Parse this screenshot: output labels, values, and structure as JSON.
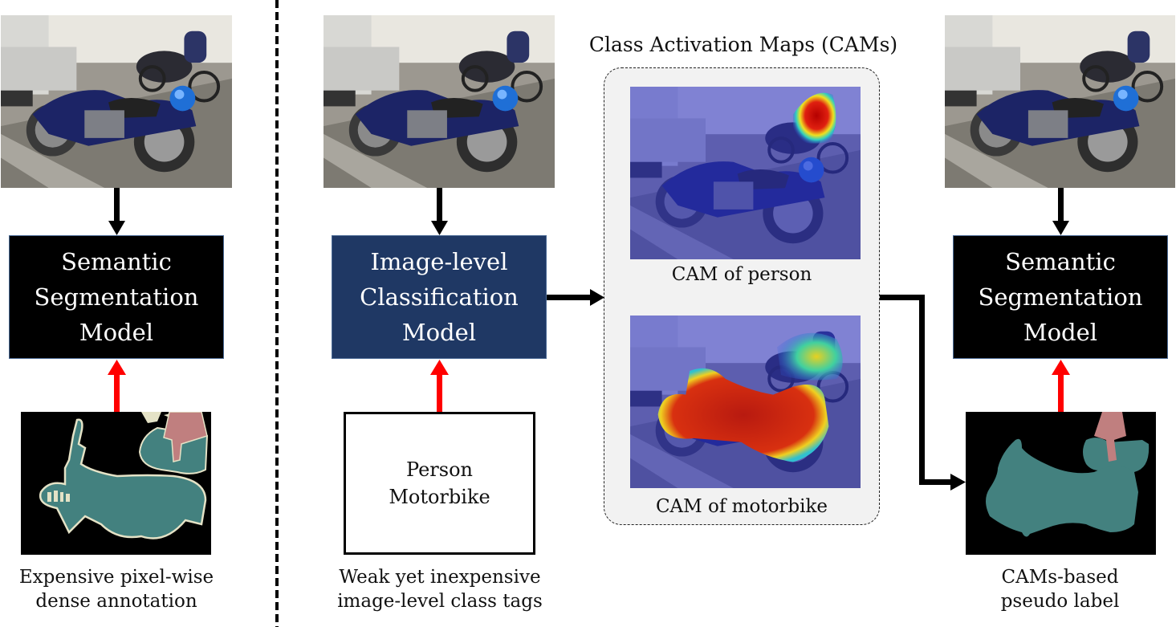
{
  "panels": {
    "fully_supervised": {
      "model_label_lines": [
        "Semantic",
        "Segmentation",
        "Model"
      ],
      "caption_lines": [
        "Expensive pixel-wise",
        "dense annotation"
      ]
    },
    "weakly_supervised": {
      "classifier_label_lines": [
        "Image-level",
        "Classification",
        "Model"
      ],
      "class_tags": [
        "Person",
        "Motorbike"
      ],
      "caption_lines": [
        "Weak yet inexpensive",
        "image-level class tags"
      ],
      "cam_group_title": "Class Activation Maps (CAMs)",
      "cam_captions": [
        "CAM of person",
        "CAM of motorbike"
      ],
      "seg_model_label_lines": [
        "Semantic",
        "Segmentation",
        "Model"
      ],
      "pseudo_caption_lines": [
        "CAMs-based",
        "pseudo label"
      ]
    }
  },
  "colors": {
    "model_black": "#000000",
    "classifier_navy": "#1f3864",
    "supervision_arrow": "#ff0000",
    "flow_arrow": "#000000",
    "mask_motorbike": "#43817f",
    "mask_person": "#c07f7f",
    "mask_boundary": "#e4e2c6",
    "cam_panel_bg": "#f2f2f2"
  }
}
